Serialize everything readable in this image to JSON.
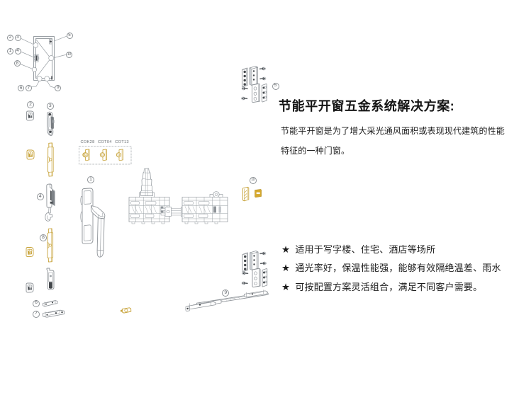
{
  "title_hint": "energy-saving casement window hardware system diagram",
  "callouts": {
    "n1": "1",
    "n2": "2",
    "n3": "3",
    "n4": "4",
    "n5": "5",
    "n6": "6",
    "n7": "7",
    "n8": "8",
    "n9": "9",
    "n10": "10"
  },
  "product_codes": [
    "COK28",
    "COT04",
    "COT13"
  ],
  "text_panel": {
    "title": "节能平开窗五金系统解决方案:",
    "paragraph": "节能平开窗是为了增大采光通风面积或表现现代建筑的性能特征的一种门窗。",
    "bullet_marker": "★",
    "bullets": [
      "适用于写字楼、住宅、酒店等场所",
      "通光率好，保温性能强，能够有效隔绝温差、雨水",
      "可按配置方案灵活组合，满足不同客户需要。"
    ]
  },
  "colors": {
    "line_gray": "#9aa0a5",
    "dark_gray": "#44484c",
    "gold": "#c7a238",
    "gold_solid": "#d5a82e",
    "text": "#1c1c1c"
  }
}
